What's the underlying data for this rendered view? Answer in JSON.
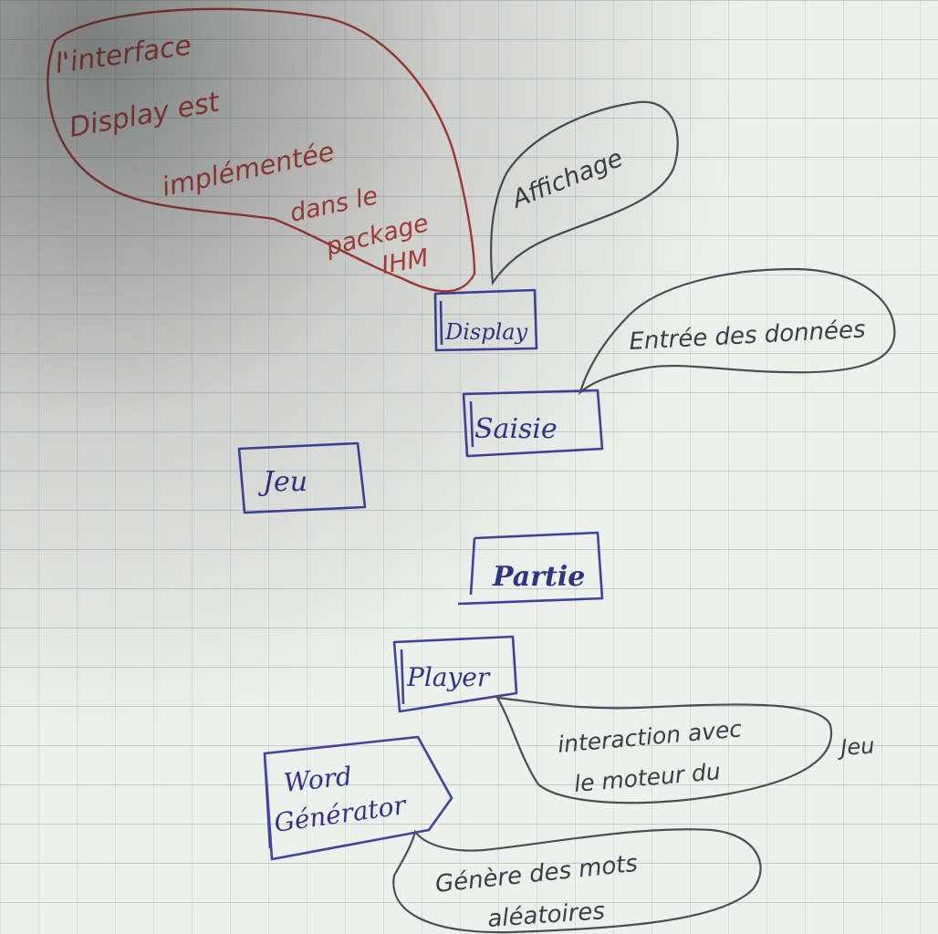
{
  "colors": {
    "paper": "#eef0ec",
    "box_ink": "#3e42a0",
    "note_ink": "#4a4d55",
    "red_ink": "#b23a36"
  },
  "red_note": {
    "lines": [
      "l'interface",
      "Display est",
      "implémentée",
      "dans le",
      "package",
      "IHM"
    ]
  },
  "boxes": {
    "display": "Display",
    "saisie": "Saisie",
    "jeu": "Jeu",
    "partie": "Partie",
    "player": "Player",
    "word_generator": [
      "Word",
      "Générator"
    ]
  },
  "notes": {
    "display": "Affichage",
    "saisie": "Entrée des données",
    "player": [
      "interaction avec",
      "le moteur du",
      "Jeu"
    ],
    "word_generator": [
      "Génère des mots",
      "aléatoires"
    ]
  }
}
